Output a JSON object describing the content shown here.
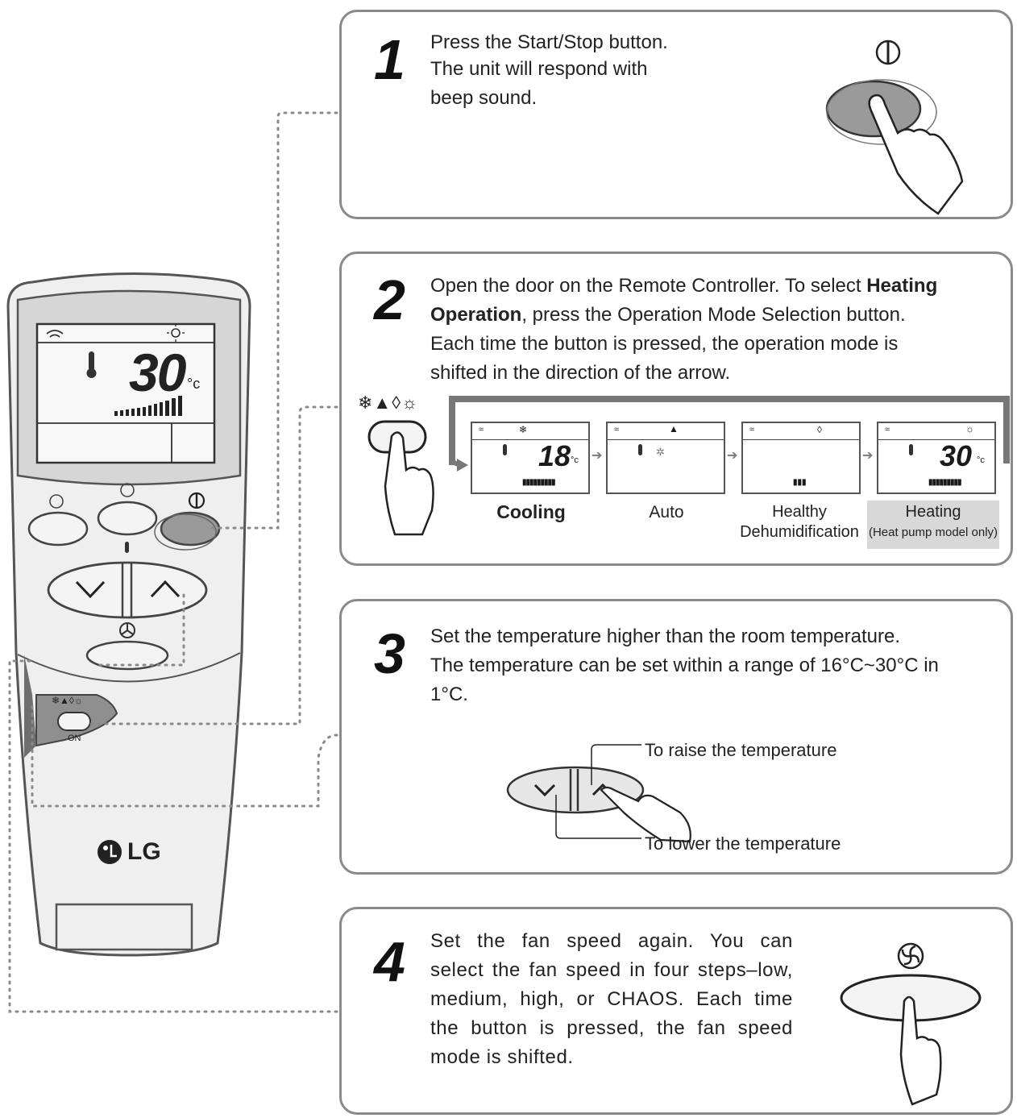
{
  "remote": {
    "display_temp": "30",
    "temp_unit": "°c",
    "on_label": "ON",
    "brand": "LG"
  },
  "step1": {
    "number": "1",
    "line1": "Press the Start/Stop button.",
    "line2": "The unit will respond with",
    "line3": "beep sound."
  },
  "step2": {
    "number": "2",
    "line1a": "Open the door on the Remote Controller. To select ",
    "line1b": "Heating",
    "line2a": "Operation",
    "line2b": ", press the Operation Mode Selection button.",
    "line3": "Each time the button is pressed, the operation mode is",
    "line4": "shifted in the direction of the arrow.",
    "modes": [
      {
        "label": "Cooling",
        "temp": "18",
        "unit": "°c"
      },
      {
        "label": "Auto"
      },
      {
        "label_line1": "Healthy",
        "label_line2": "Dehumidification"
      },
      {
        "label_line1": "Heating",
        "label_line2": "(Heat pump model only)",
        "temp": "30",
        "unit": "°c"
      }
    ]
  },
  "step3": {
    "number": "3",
    "line1": "Set the temperature higher than the room temperature.",
    "line2": "The temperature can be set within a range of 16°C~30°C in",
    "line3": "1°C.",
    "raise_label": "To raise the temperature",
    "lower_label": "To lower the temperature"
  },
  "step4": {
    "number": "4",
    "line1": "Set the fan speed again. You can",
    "line2": "select the fan speed in four steps–low,",
    "line3": "medium, high, or CHAOS. Each time",
    "line4": "the button is pressed, the fan speed",
    "line5": "mode is shifted."
  },
  "colors": {
    "panel_border": "#8a8a8a",
    "remote_body": "#ececec",
    "lcd": "#f7f7f7",
    "heating_highlight": "#d8d8d8"
  }
}
